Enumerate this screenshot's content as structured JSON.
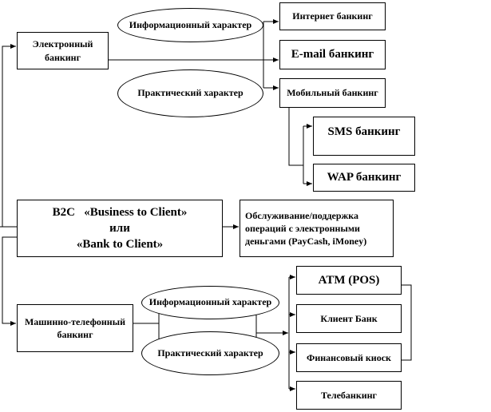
{
  "electronic": {
    "label": "Электронный банкинг",
    "ellipse_info": "Информационный характер",
    "ellipse_practical": "Практический характер",
    "internet": "Интернет банкинг",
    "email": "E-mail  банкинг",
    "mobile": "Мобильный банкинг",
    "sms": "SMS банкинг",
    "wap": "WAP банкинг"
  },
  "b2c": {
    "line1": "B2C   «Business to Client»",
    "line2": "или",
    "line3": "«Bank to Client»",
    "emoney": "Обслуживание/поддержка операций с электронными деньгами (PayCash, iMoney)"
  },
  "machine": {
    "label": "Машинно-телефонный банкинг",
    "ellipse_info": "Информационный характер",
    "ellipse_practical": "Практический характер",
    "atm": "ATM (POS)",
    "client_bank": "Клиент Банк",
    "kiosk": "Финансовый киоск",
    "telebanking": "Телебанкинг"
  }
}
